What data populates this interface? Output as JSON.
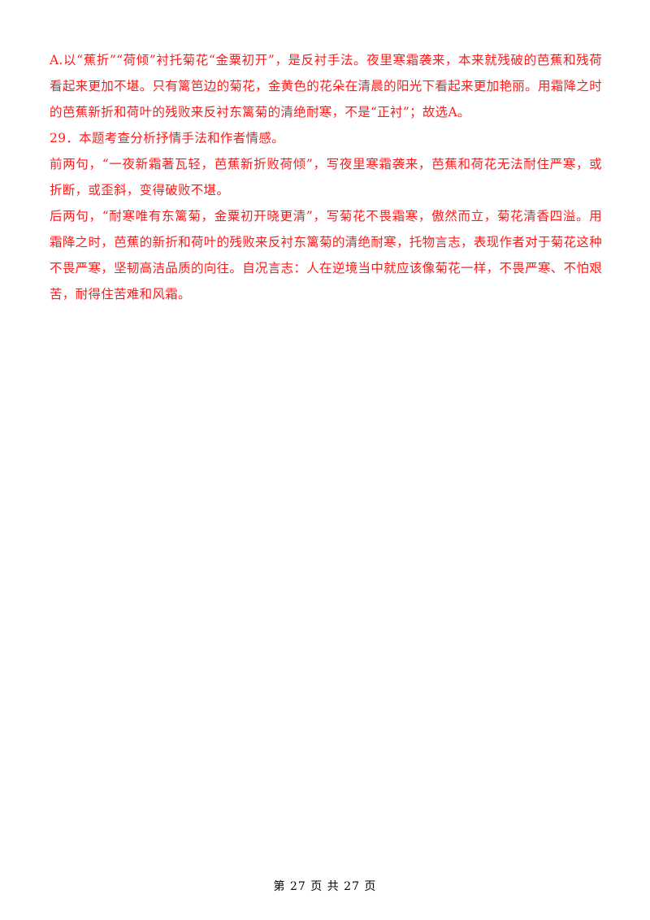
{
  "document": {
    "paragraphs": [
      "A.以“蕉折”“荷倾”衬托菊花“金粟初开”，是反衬手法。夜里寒霜袭来，本来就残破的芭蕉和残荷看起来更加不堪。只有篱笆边的菊花，金黄色的花朵在清晨的阳光下看起来更加艳丽。用霜降之时的芭蕉新折和荷叶的残败来反衬东篱菊的清绝耐寒，不是“正衬”；故选A。",
      "29．本题考查分析抒情手法和作者情感。",
      "前两句，“一夜新霜著瓦轻，芭蕉新折败荷倾”，写夜里寒霜袭来，芭蕉和荷花无法耐住严寒，或折断，或歪斜，变得破败不堪。",
      "后两句，“耐寒唯有东篱菊，金粟初开晓更清”，写菊花不畏霜寒，傲然而立，菊花清香四溢。用霜降之时，芭蕉的新折和荷叶的残败来反衬东篱菊的清绝耐寒，托物言志，表现作者对于菊花这种不畏严寒，坚韧高洁品质的向往。自况言志：人在逆境当中就应该像菊花一样，不畏严寒、不怕艰苦，耐得住苦难和风霜。"
    ],
    "text_color": "#ff1a1a"
  },
  "footer": {
    "page_label": "第 27 页 共 27 页"
  }
}
